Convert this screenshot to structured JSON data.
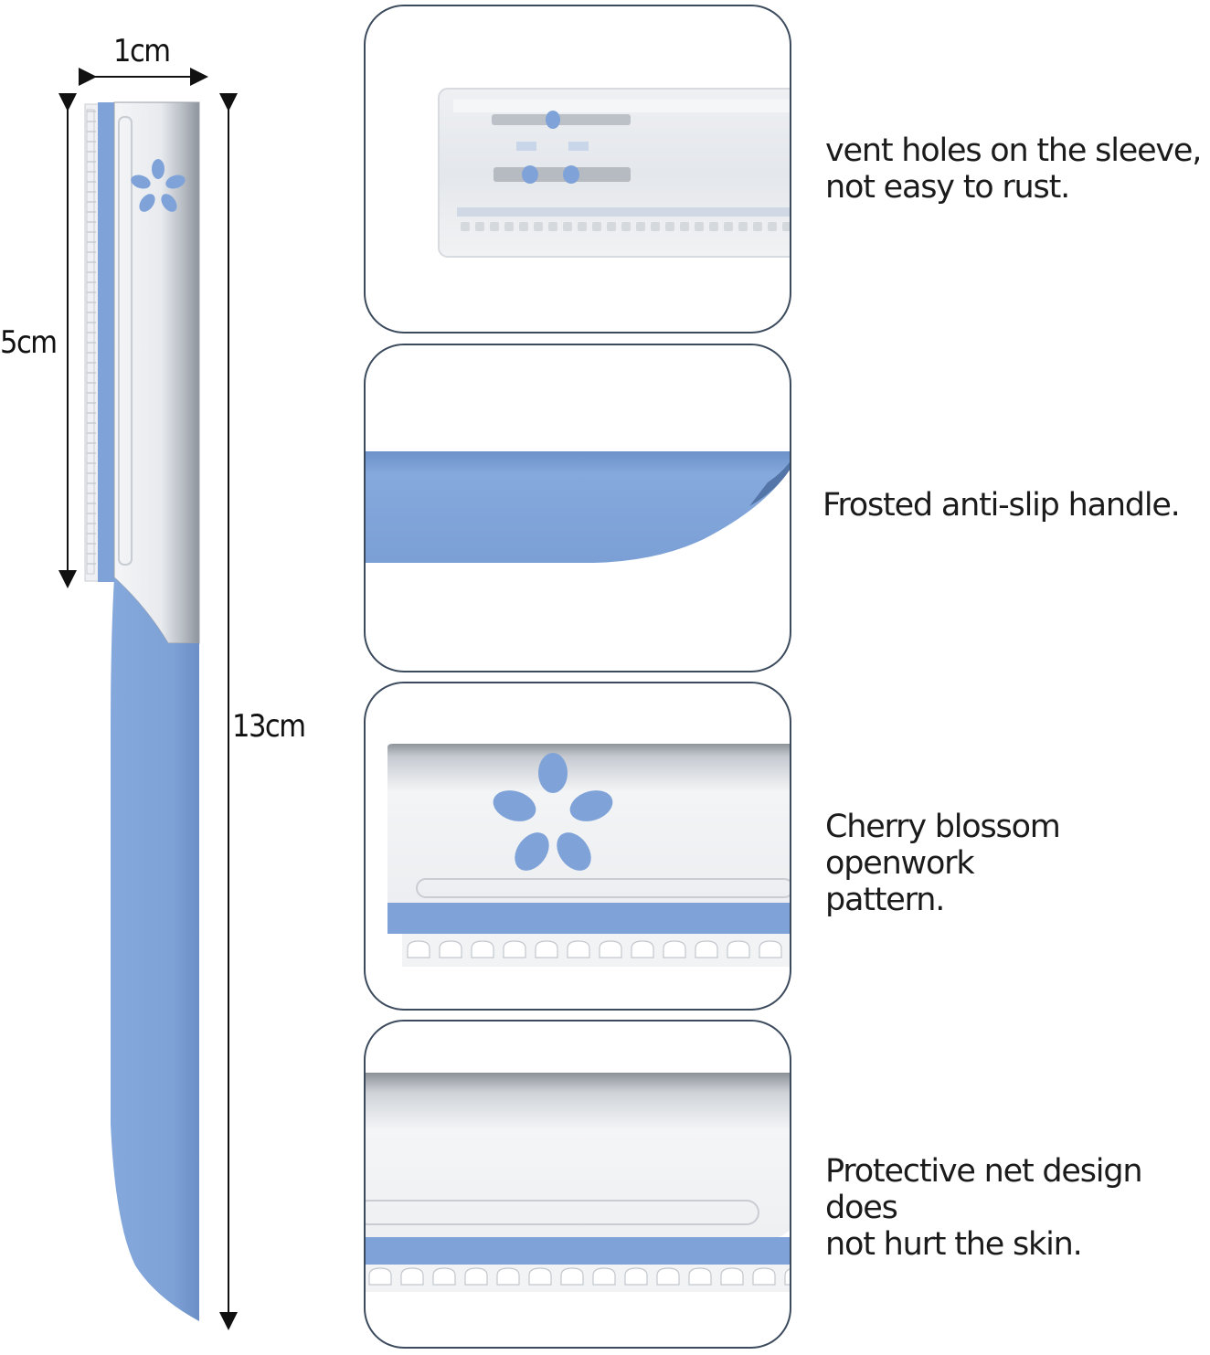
{
  "dimensions": {
    "width_label": "1cm",
    "blade_label": "5cm",
    "total_label": "13cm"
  },
  "features": [
    {
      "caption": "vent holes on the sleeve,\nnot easy to rust.",
      "icon": "sleeve-closeup"
    },
    {
      "caption": "Frosted anti-slip handle.",
      "icon": "handle-closeup"
    },
    {
      "caption": "Cherry blossom openwork\npattern.",
      "icon": "blossom-closeup"
    },
    {
      "caption": "Protective net design does\nnot hurt the skin.",
      "icon": "net-closeup"
    }
  ],
  "colors": {
    "handle_blue": "#7fa3d8",
    "steel": "#d9dde2",
    "frame": "#3b4a5c"
  }
}
